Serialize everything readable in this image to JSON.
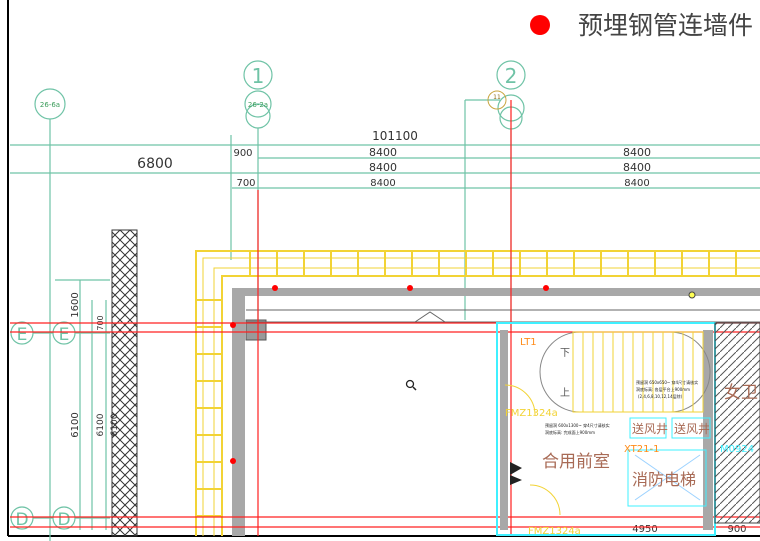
{
  "legend": {
    "label": "预埋钢管连墙件",
    "marker_color": "#ff0000"
  },
  "grid_axes": {
    "col_1": "1",
    "col_2": "2",
    "ref_left": "26-6a",
    "ref_1": "26-2a",
    "row_e": "E",
    "row_d": "D"
  },
  "dimensions": {
    "total": "101100",
    "left_span": "6800",
    "offset_900": "900",
    "offset_700": "700",
    "bay_a_1": "8400",
    "bay_a_2": "8400",
    "bay_a_3": "8400",
    "bay_b_1": "8400",
    "bay_b_2": "8400",
    "bay_b_3": "8400",
    "v_1600": "1600",
    "v_700": "700",
    "v_6100_a": "6100",
    "v_6100_b": "6100",
    "v_6100_c": "6100",
    "bottom_4950": "4950",
    "bottom_900": "900"
  },
  "rooms": {
    "stair": "LT1",
    "stair_down": "下",
    "stair_up": "上",
    "door_1": "FMZ1324a",
    "door_2": "FMZ1324a",
    "lobby": "合用前室",
    "shaft_1": "送风井",
    "shaft_2": "送风井",
    "elevator_tag": "XT21-1",
    "elevator": "消防电梯",
    "door_3": "M0924",
    "side_room": "女卫",
    "note_1": "预留洞 650x650~ 穿4尺寸请核实",
    "note_2": "洞底标高: 各层平台上900mm",
    "note_3": "(2,4,6,8,10,12,14层除)",
    "note_4": "预留洞 600x1300~ 穿4尺寸请核实",
    "note_5": "洞底标高: 完成面上900mm",
    "tag_11": "11"
  },
  "colors": {
    "grid": "#6fc3a6",
    "scaffold": "#f2d335",
    "red_line": "#ff2020",
    "cyan": "#3ff0ff",
    "wall": "#a8a8a8"
  }
}
